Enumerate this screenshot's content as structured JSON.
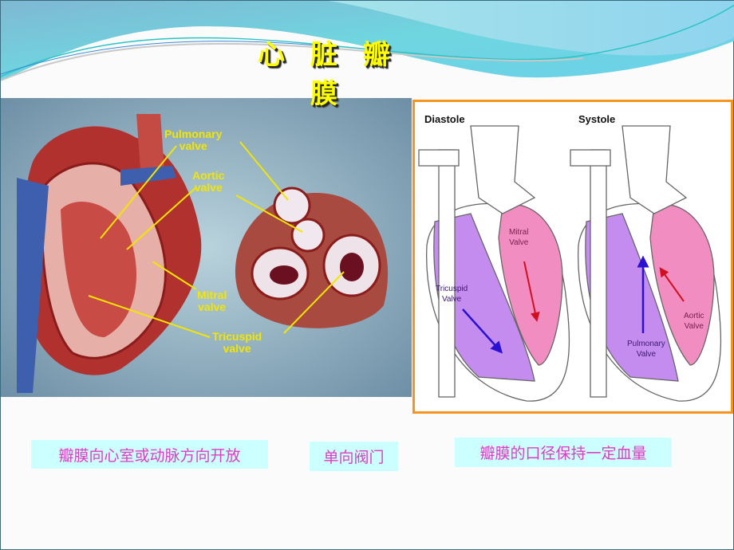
{
  "slide": {
    "title": "心 脏 瓣 膜"
  },
  "left_figure": {
    "labels": {
      "pulmonary": [
        "Pulmonary",
        "valve"
      ],
      "aortic": [
        "Aortic",
        "valve"
      ],
      "mitral": [
        "Mitral",
        "valve"
      ],
      "tricuspid": [
        "Tricuspid",
        "valve"
      ]
    }
  },
  "right_figure": {
    "border_color": "#f7941d",
    "diastole": {
      "title": "Diastole",
      "mitral": [
        "Mitral",
        "Valve"
      ],
      "tricuspid": [
        "Tricuspid",
        "Valve"
      ]
    },
    "systole": {
      "title": "Systole",
      "pulmonary": [
        "Pulmonary",
        "Valve"
      ],
      "aortic": [
        "Aortic",
        "Valve"
      ]
    }
  },
  "notes": [
    {
      "text": "瓣膜向心室或动脉方向开放"
    },
    {
      "text": "单向阀门"
    },
    {
      "text": "瓣膜的口径保持一定血量"
    }
  ],
  "colors": {
    "note_bg": "#ccffff",
    "note_text": "#e03cc0",
    "title": "#ffff00"
  }
}
